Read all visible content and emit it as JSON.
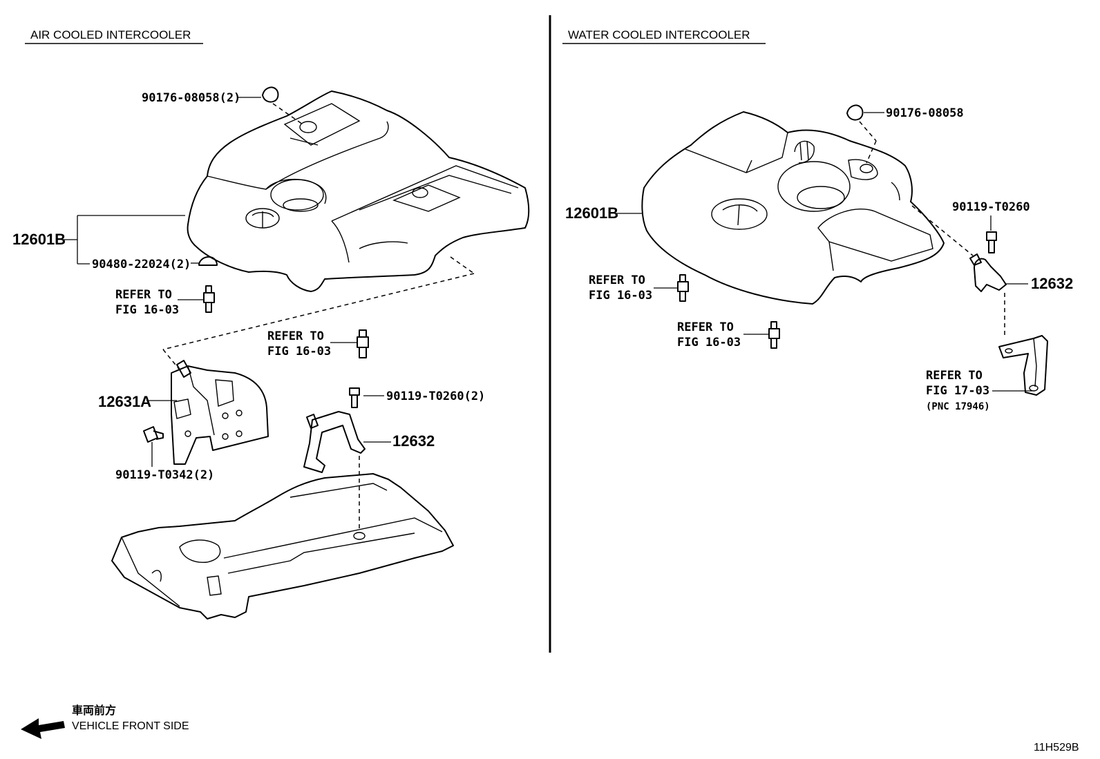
{
  "sections": {
    "left_title": "AIR COOLED INTERCOOLER",
    "right_title": "WATER COOLED INTERCOOLER"
  },
  "left": {
    "p_90176": "90176-08058(2)",
    "p_12601b": "12601B",
    "p_90480": "90480-22024(2)",
    "refer1_a": "REFER TO",
    "refer1_b": "FIG 16-03",
    "refer2_a": "REFER TO",
    "refer2_b": "FIG 16-03",
    "p_90119_0260": "90119-T0260(2)",
    "p_12631a": "12631A",
    "p_12632": "12632",
    "p_90119_0342": "90119-T0342(2)"
  },
  "right": {
    "p_90176": "90176-08058",
    "p_12601b": "12601B",
    "p_90119_0260": "90119-T0260",
    "p_12632": "12632",
    "refer1_a": "REFER TO",
    "refer1_b": "FIG 16-03",
    "refer2_a": "REFER TO",
    "refer2_b": "FIG 16-03",
    "refer3_a": "REFER TO",
    "refer3_b": "FIG 17-03",
    "refer3_c": "(PNC 17946)"
  },
  "footer": {
    "front_jp": "車両前方",
    "front_en": "VEHICLE FRONT SIDE",
    "sheet_id": "11H529B"
  },
  "icons": [
    "front-arrow-icon"
  ]
}
